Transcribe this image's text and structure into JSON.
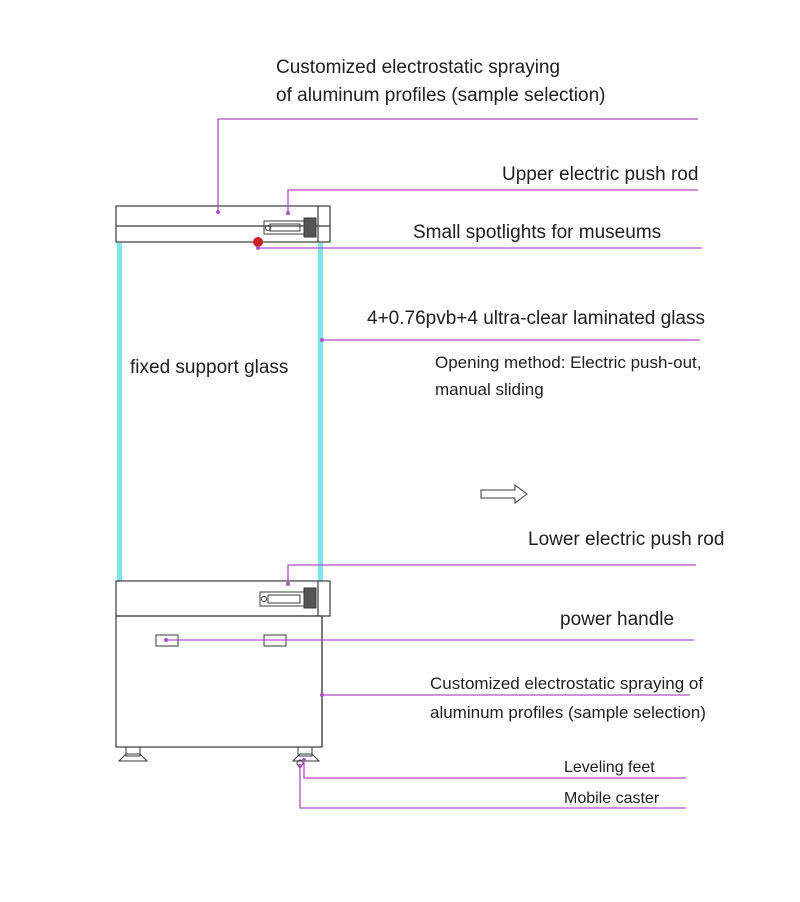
{
  "colors": {
    "leader": "#b14fc9",
    "glass": "#7fe4ee",
    "frame": "#3a3a3a",
    "spotlight": "#cc2222",
    "text": "#1e1e1e"
  },
  "labels": {
    "top_profile_line1": "Customized electrostatic spraying",
    "top_profile_line2": "of aluminum profiles (sample selection)",
    "upper_push_rod": "Upper electric push rod",
    "spotlights": "Small spotlights for museums",
    "laminated_glass": "4+0.76pvb+4 ultra-clear laminated glass",
    "opening_line1": "Opening method: Electric push-out,",
    "opening_line2": "manual sliding",
    "fixed_glass": "fixed support glass",
    "lower_push_rod": "Lower electric push rod",
    "power_handle": "power handle",
    "bottom_profile_line1": "Customized electrostatic spraying of",
    "bottom_profile_line2": "aluminum profiles (sample selection)",
    "leveling_feet": "Leveling feet",
    "mobile_caster": "Mobile caster"
  },
  "icons": {
    "direction": "push-out-arrow-icon"
  }
}
